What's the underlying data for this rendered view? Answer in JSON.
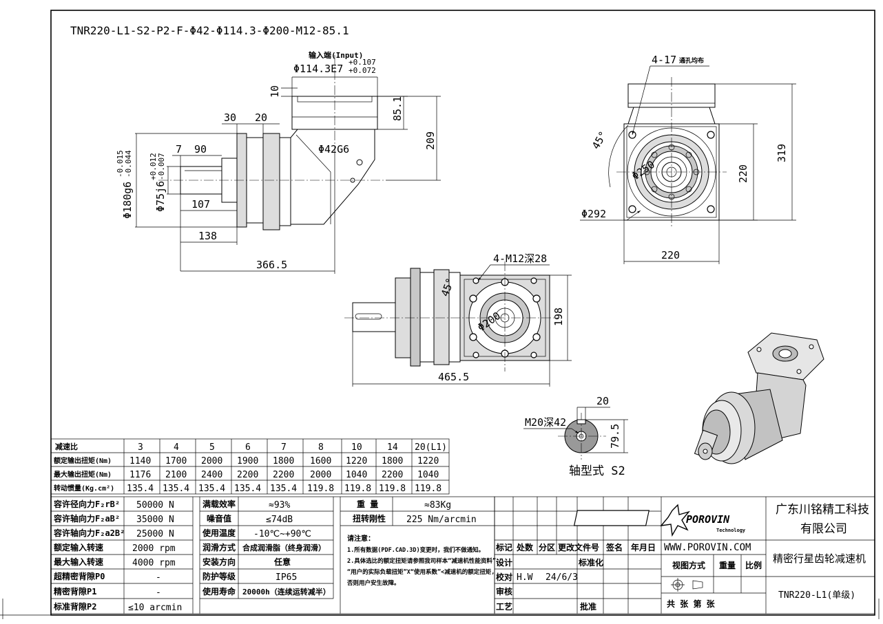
{
  "title": "TNR220-L1-S2-P2-F-Φ42-Φ114.3-Φ200-M12-85.1",
  "dims": {
    "input_label": "输入端(Input)",
    "input_bore": "Φ114.3E7",
    "input_tol_upper": "+0.107",
    "input_tol_lower": "+0.072",
    "d10": "10",
    "d30": "30",
    "d20": "20",
    "d851": "85.1",
    "d209": "209",
    "d7": "7",
    "d90": "90",
    "d42": "Φ42G6",
    "d180": "Φ180g6",
    "d180_tol_upper": "-0.015",
    "d180_tol_lower": "-0.044",
    "d75": "Φ75j6",
    "d75_tol_upper": "+0.012",
    "d75_tol_lower": "-0.007",
    "d107": "107",
    "d138": "138",
    "d3665": "366.5",
    "holes_4_17": "4-17",
    "holes_4_17_note": "通孔均布",
    "a45_1": "45°",
    "d250": "Φ250",
    "d292": "Φ292",
    "d220v": "220",
    "d319": "319",
    "d220h": "220",
    "holes_m12": "4-M12深28",
    "a45_2": "45°",
    "d200": "Φ200",
    "d198": "198",
    "d4655": "465.5",
    "shaft_m20": "M20深42",
    "shaft_20": "20",
    "shaft_795": "79.5",
    "shaft_type": "轴型式 S2"
  },
  "ratio_table": {
    "headers": [
      "减速比",
      "3",
      "4",
      "5",
      "6",
      "7",
      "8",
      "10",
      "14",
      "20(L1)"
    ],
    "rows": [
      [
        "额定输出扭矩(Nm)",
        "1140",
        "1700",
        "2000",
        "1900",
        "1800",
        "1600",
        "1220",
        "1800",
        "1220"
      ],
      [
        "最大输出扭矩(Nm)",
        "1176",
        "2100",
        "2400",
        "2200",
        "2200",
        "2000",
        "1040",
        "2200",
        "1040"
      ],
      [
        "转动惯量(Kg.cm²)",
        "135.4",
        "135.4",
        "135.4",
        "135.4",
        "135.4",
        "119.8",
        "119.8",
        "119.8",
        "119.8"
      ]
    ]
  },
  "spec_table": {
    "col1": [
      [
        "容许径向力F₂rB²",
        "50000 N"
      ],
      [
        "容许轴向力F₂aB²",
        "35000 N"
      ],
      [
        "容许轴向力F₂a2B²",
        "25000 N"
      ],
      [
        "额定输入转速",
        "2000 rpm"
      ],
      [
        "最大输入转速",
        "4000 rpm"
      ],
      [
        "超精密背隙P0",
        "-"
      ],
      [
        "精密背隙P1",
        "-"
      ],
      [
        "标准背隙P2",
        "≤10 arcmin"
      ]
    ],
    "col2": [
      [
        "满载效率",
        "≈93%"
      ],
      [
        "噪音值",
        "≤74dB"
      ],
      [
        "使用温度",
        "-10℃~+90℃"
      ],
      [
        "润滑方式",
        "合成润滑脂（终身润滑）"
      ],
      [
        "安装方向",
        "任意"
      ],
      [
        "防护等级",
        "IP65"
      ],
      [
        "使用寿命",
        "20000h（连续运转减半）"
      ]
    ],
    "weight_label": "重 量",
    "weight_value": "≈83Kg",
    "stiffness_label": "扭转刚性",
    "stiffness_value": "225 Nm/arcmin",
    "notes_title": "请注意：",
    "notes": [
      "1.所有数据(PDF.CAD.3D)变更时，我们不做通知。",
      "2.具体选比的额定扭矩请参照我司样本“减速机性能资料”；",
      "“用户的实际负载扭矩”X“使用系数”<减速机的额定扭矩,",
      "否则用户安生故障。"
    ]
  },
  "title_block": {
    "headers": [
      "标记",
      "处数",
      "分区",
      "更改文件号",
      "签名",
      "年月日"
    ],
    "std": "标准化",
    "design": "设计",
    "check": "校对",
    "check_value": "H.W",
    "check_date": "24/6/3",
    "review": "审核",
    "craft": "工艺",
    "approve": "批准",
    "logo_text": "POROVIN",
    "logo_sub": "Technology",
    "website": "WWW.POROVIN.COM",
    "view_mode": "视图方式",
    "weight": "重量",
    "scale": "比例",
    "sheets": "共   张 第   张",
    "company_line1": "广东川铭精工科技",
    "company_line2": "有限公司",
    "product": "精密行星齿轮减速机",
    "model": "TNR220-L1(单级)"
  }
}
